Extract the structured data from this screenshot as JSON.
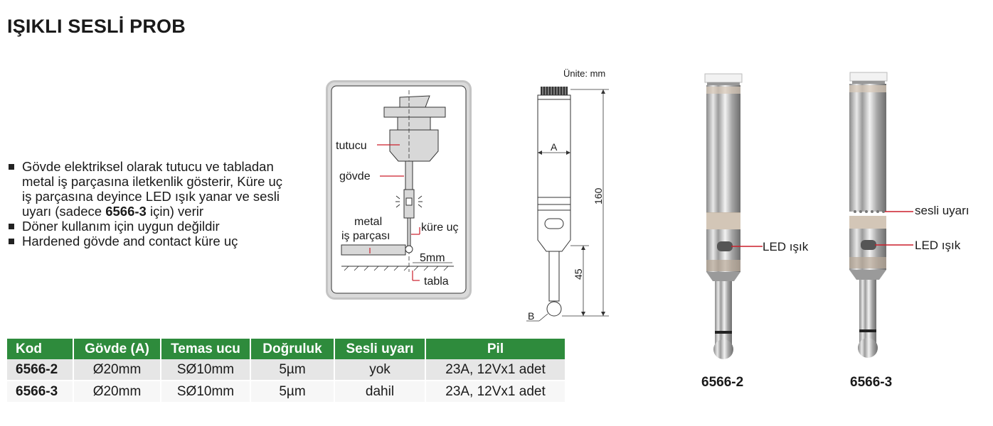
{
  "title": "IŞIKLI SESLİ PROB",
  "features": [
    {
      "pre": "Gövde elektriksel olarak tutucu ve tabladan metal iş parçasına iletkenlik gösterir, Küre uç iş parçasına deyince LED ışık yanar ve sesli uyarı (sadece ",
      "bold": "6566-3",
      "post": " için) verir"
    },
    {
      "pre": "Döner kullanım için uygun değildir",
      "bold": "",
      "post": ""
    },
    {
      "pre": "Hardened gövde and contact küre uç",
      "bold": "",
      "post": ""
    }
  ],
  "table": {
    "headers": [
      "Kod",
      "Gövde (A)",
      "Temas ucu",
      "Doğruluk",
      "Sesli uyarı",
      "Pil"
    ],
    "rows": [
      [
        "6566-2",
        "Ø20mm",
        "SØ10mm",
        "5µm",
        "yok",
        "23A, 12Vx1 adet"
      ],
      [
        "6566-3",
        "Ø20mm",
        "SØ10mm",
        "5µm",
        "dahil",
        "23A, 12Vx1 adet"
      ]
    ]
  },
  "usage_diagram": {
    "labels": {
      "holder": "tutucu",
      "body": "gövde",
      "workpiece_line1": "metal",
      "workpiece_line2": "iş parçası",
      "ball_tip": "küre uç",
      "distance": "5mm",
      "table": "tabla"
    }
  },
  "dimension_drawing": {
    "unit_note": "Ünite: mm",
    "label_a": "A",
    "label_b": "B",
    "total_length": "160",
    "tip_length": "45"
  },
  "products": [
    {
      "code": "6566-2",
      "led_label": "LED ışık",
      "buzzer_label": ""
    },
    {
      "code": "6566-3",
      "led_label": "LED ışık",
      "buzzer_label": "sesli uyarı"
    }
  ],
  "colors": {
    "table_header": "#2e8b3c",
    "row_odd": "#e6e6e6",
    "row_even": "#f7f7f7",
    "led_line": "#cc1f2b"
  }
}
